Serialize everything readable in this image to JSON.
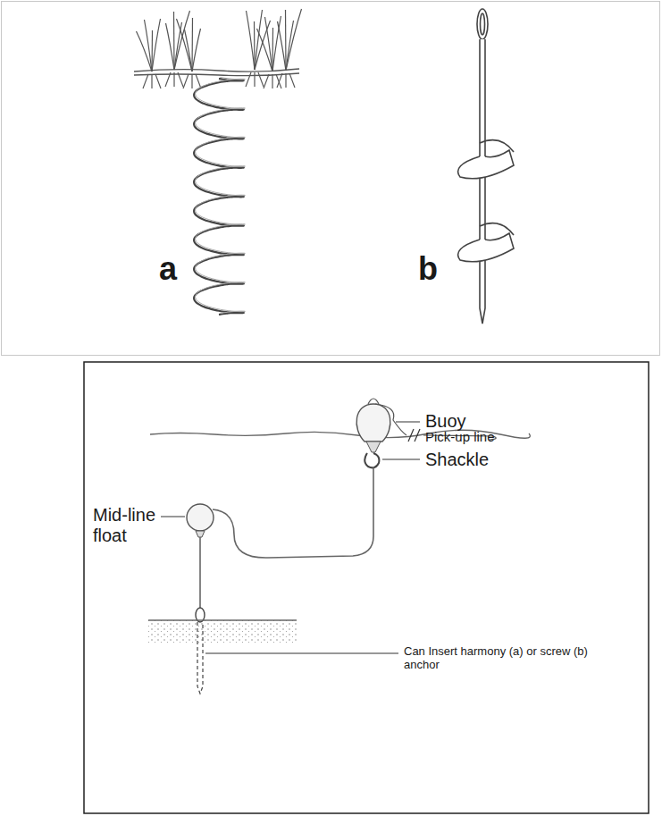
{
  "diagram": {
    "labels": [
      "a",
      "b",
      "Buoy",
      "Pick-up line",
      "Shackle",
      "Mid-line float",
      "Can Insert harmony (a) or screw (b) anchor"
    ]
  }
}
